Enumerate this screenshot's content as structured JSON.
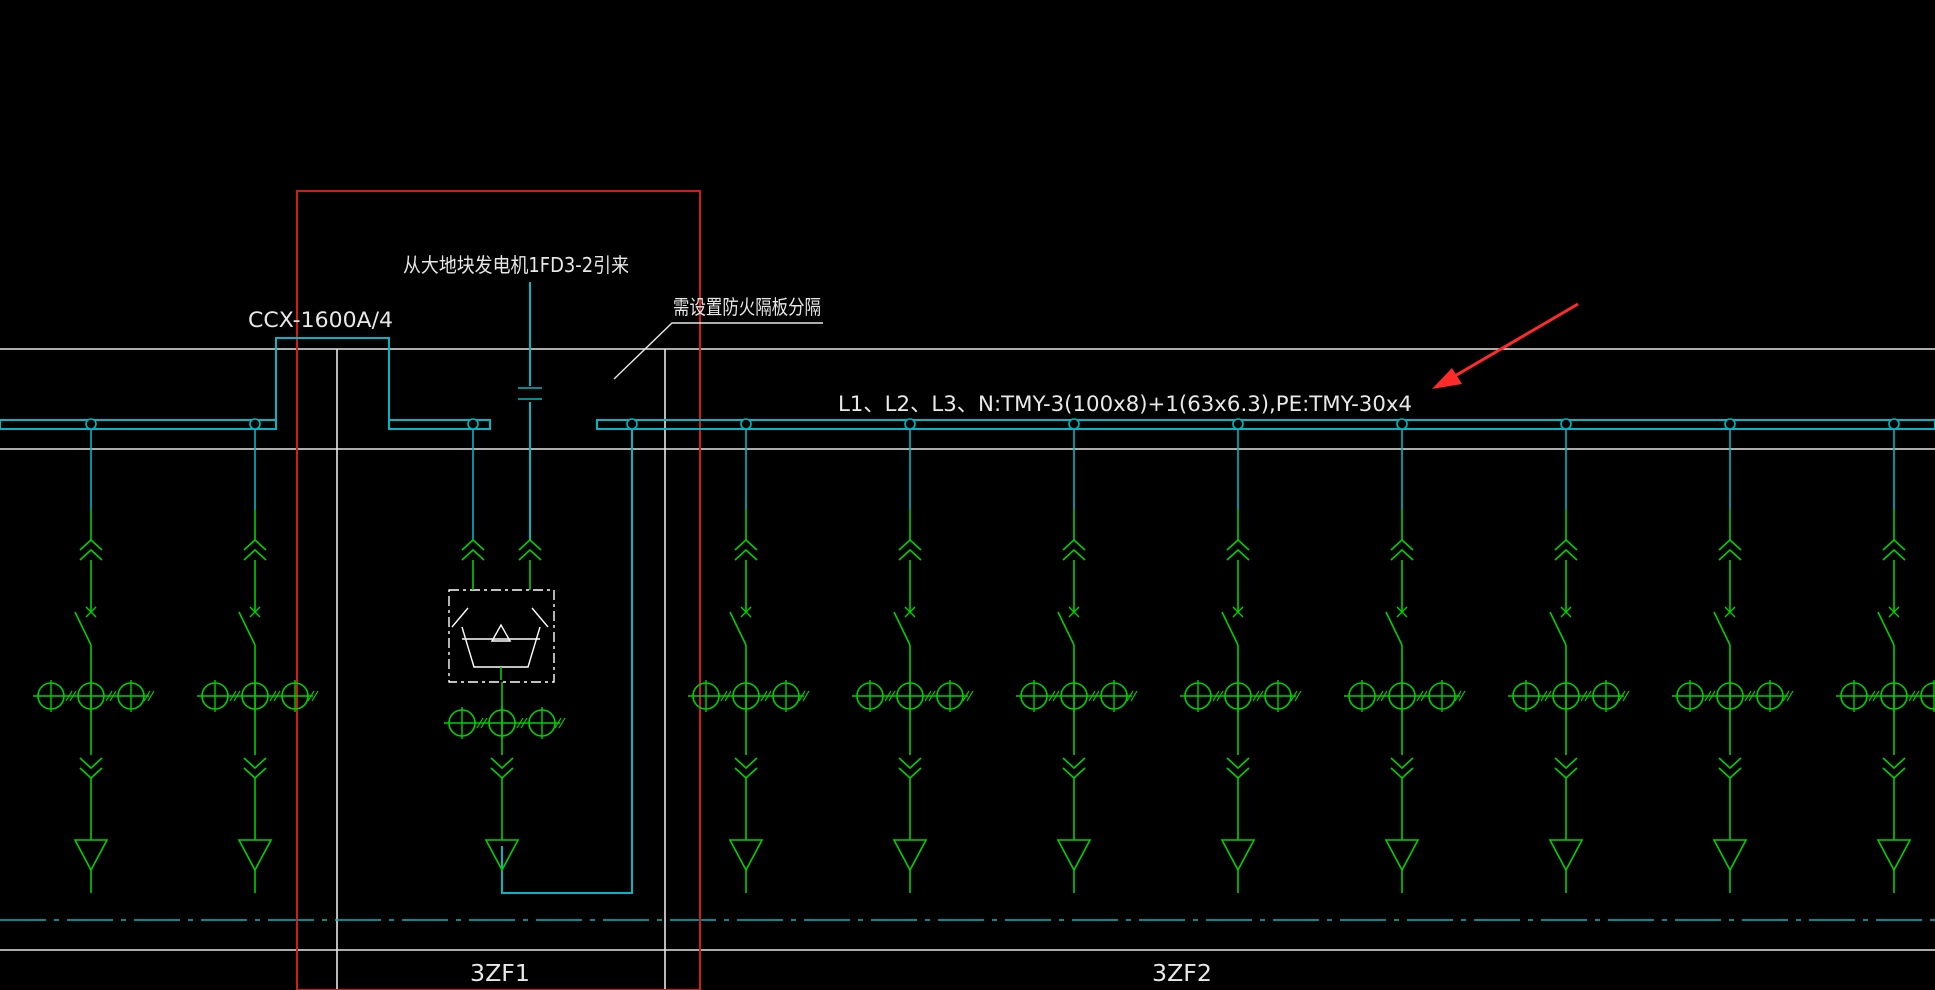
{
  "labels": {
    "source_note": "从大地块发电机1FD3-2引来",
    "busway_model": "CCX-1600A/4",
    "fire_barrier_note": "需设置防火隔板分隔",
    "busbar_spec": "L1、L2、L3、N:TMY-3(100x8)+1(63x6.3),PE:TMY-30x4",
    "panel_1": "3ZF1",
    "panel_2": "3ZF2"
  },
  "colors": {
    "background": "#000000",
    "busbar": "#00b7c3",
    "circuit": "#00d000",
    "frame": "#e6e6e6",
    "highlight_box": "#d21c1c",
    "pointer_arrow": "#ff2a2a",
    "text": "#e8e8e8"
  },
  "feeders": {
    "panel_2_count": 8
  }
}
